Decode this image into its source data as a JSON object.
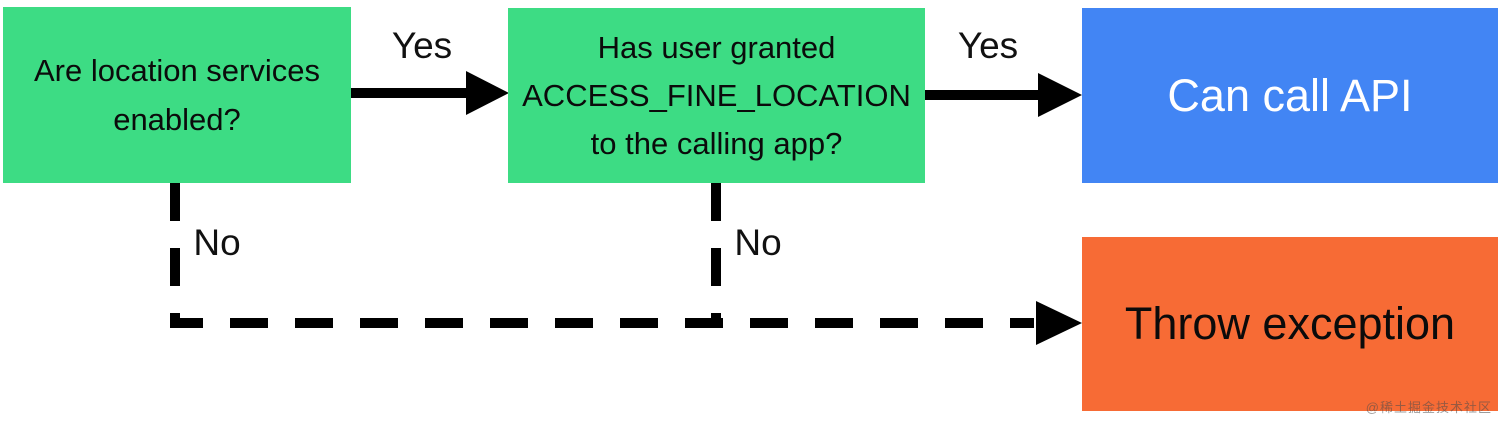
{
  "colors": {
    "background": "#ffffff",
    "node_green": "#3ddc84",
    "node_blue": "#4285f4",
    "node_orange": "#f76b35",
    "arrow_black": "#000000",
    "label_text": "#111111"
  },
  "flowchart": {
    "nodes": [
      {
        "id": "location-services",
        "label": "Are location services\nenabled?",
        "color": "#3ddc84",
        "text_color": "#0b0b0b"
      },
      {
        "id": "fine-location-permission",
        "label": "Has user granted\nACCESS_FINE_LOCATION\nto the calling app?",
        "color": "#3ddc84",
        "text_color": "#0b0b0b"
      },
      {
        "id": "can-call-api",
        "label": "Can call API",
        "color": "#4285f4",
        "text_color": "#ffffff"
      },
      {
        "id": "throw-exception",
        "label": "Throw exception",
        "color": "#f76b35",
        "text_color": "#0b0b0b"
      }
    ],
    "edges": [
      {
        "from": "location-services",
        "to": "fine-location-permission",
        "label": "Yes",
        "style": "solid"
      },
      {
        "from": "fine-location-permission",
        "to": "can-call-api",
        "label": "Yes",
        "style": "solid"
      },
      {
        "from": "location-services",
        "to": "throw-exception",
        "label": "No",
        "style": "dashed"
      },
      {
        "from": "fine-location-permission",
        "to": "throw-exception",
        "label": "No",
        "style": "dashed"
      }
    ]
  },
  "watermark": "@稀土掘金技术社区"
}
